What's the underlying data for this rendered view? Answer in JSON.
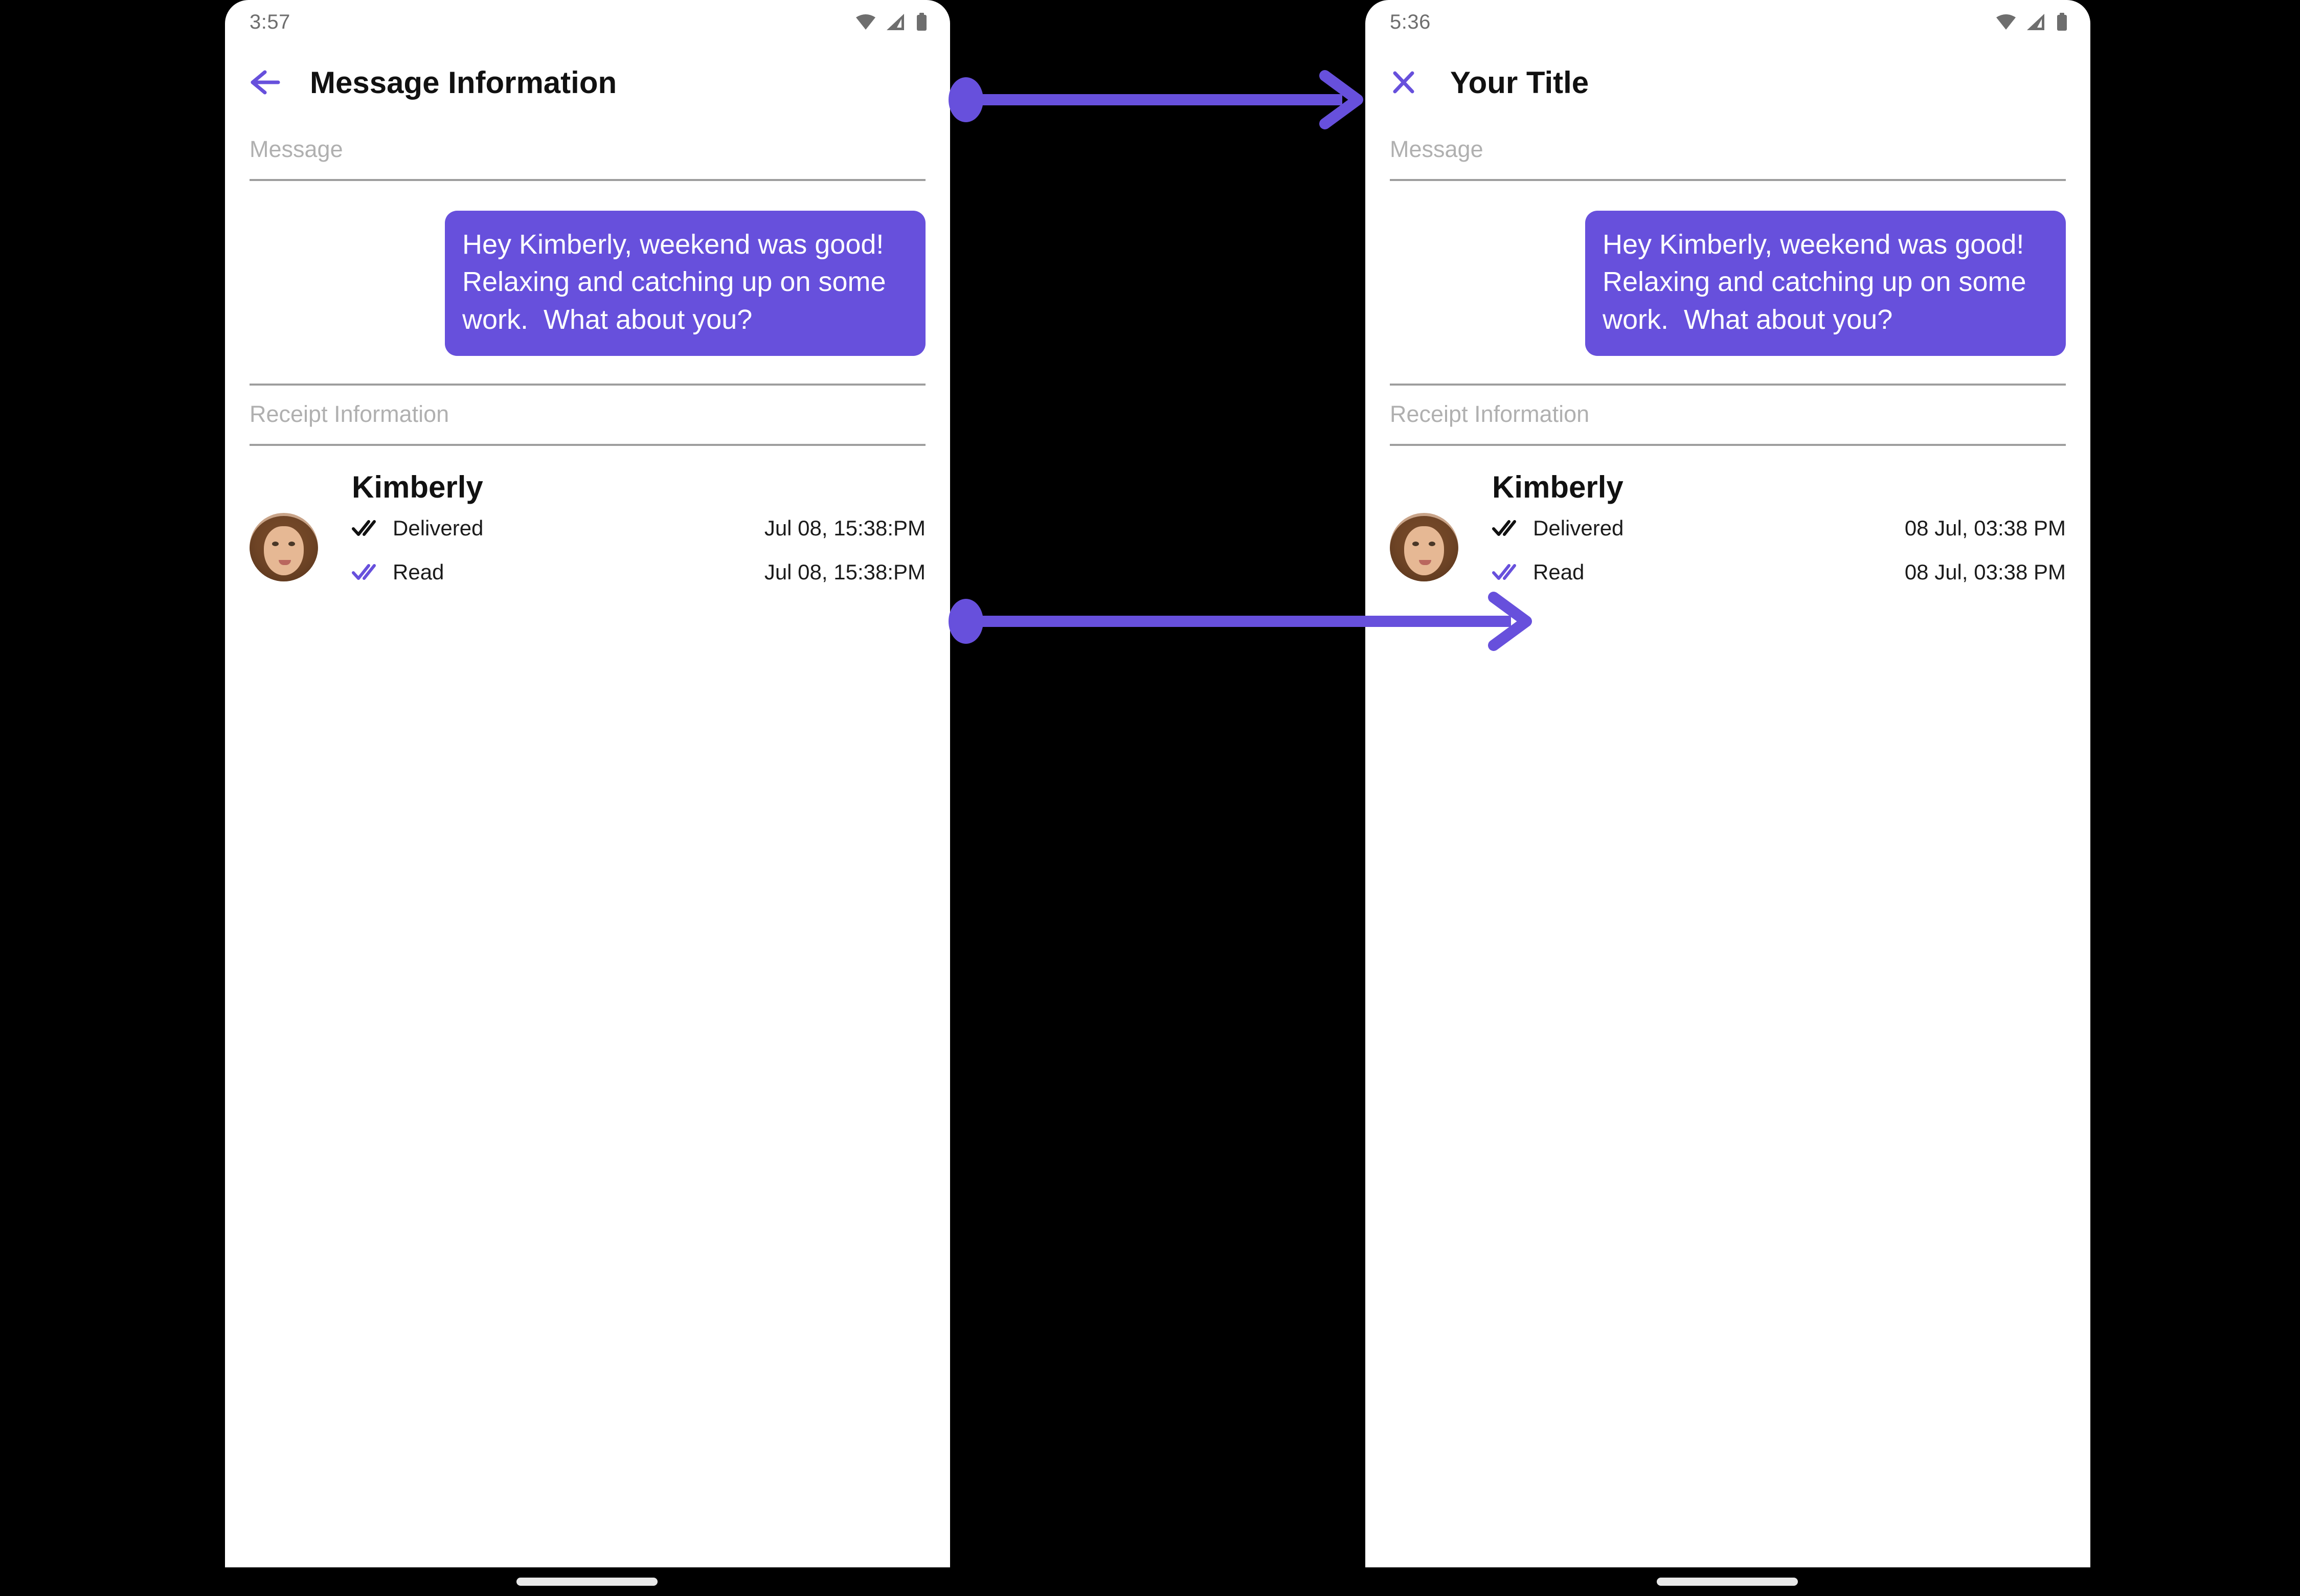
{
  "theme": {
    "accent": "#6750DC",
    "bubble_bg": "#6750DC",
    "bubble_text": "#FFFFFF",
    "label_gray": "#B0B0B0",
    "divider_gray": "#9E9E9E",
    "status_gray": "#6E6E6E",
    "page_bg": "#000000",
    "screen_bg": "#FFFFFF"
  },
  "panels": [
    {
      "id": "left",
      "status": {
        "time": "3:57",
        "icons": [
          "wifi-icon",
          "cellular-signal-icon",
          "battery-icon"
        ]
      },
      "appbar": {
        "nav_icon": "back-arrow-icon",
        "title": "Message Information"
      },
      "message_section": {
        "label": "Message",
        "bubble_text": "Hey Kimberly, weekend was good!  Relaxing and catching up on some work.  What about you?"
      },
      "receipt_section": {
        "label": "Receipt Information",
        "contact_name": "Kimberly",
        "avatar": "contact-photo-kimberly",
        "rows": [
          {
            "icon": "double-check-icon",
            "icon_color": "#111111",
            "status": "Delivered",
            "time": "Jul 08, 15:38:PM"
          },
          {
            "icon": "double-check-icon",
            "icon_color": "#6750DC",
            "status": "Read",
            "time": "Jul 08, 15:38:PM"
          }
        ]
      },
      "gesture_bar": "home-gesture-indicator"
    },
    {
      "id": "right",
      "status": {
        "time": "5:36",
        "icons": [
          "wifi-icon",
          "cellular-signal-icon",
          "battery-icon"
        ]
      },
      "appbar": {
        "nav_icon": "close-x-icon",
        "title": "Your Title"
      },
      "message_section": {
        "label": "Message",
        "bubble_text": "Hey Kimberly, weekend was good!  Relaxing and catching up on some work.  What about you?"
      },
      "receipt_section": {
        "label": "Receipt Information",
        "contact_name": "Kimberly",
        "avatar": "contact-photo-kimberly",
        "rows": [
          {
            "icon": "double-check-icon",
            "icon_color": "#111111",
            "status": "Delivered",
            "time": "08 Jul, 03:38 PM"
          },
          {
            "icon": "double-check-icon",
            "icon_color": "#6750DC",
            "status": "Read",
            "time": "08 Jul, 03:38 PM"
          }
        ]
      },
      "gesture_bar": "home-gesture-indicator"
    }
  ],
  "annotations": [
    {
      "id": "appbar-arrow",
      "name": "annotation-arrow-appbar",
      "color": "#6750DC",
      "label": ""
    },
    {
      "id": "receipt-arrow",
      "name": "annotation-arrow-receipt",
      "color": "#6750DC",
      "label": ""
    }
  ]
}
